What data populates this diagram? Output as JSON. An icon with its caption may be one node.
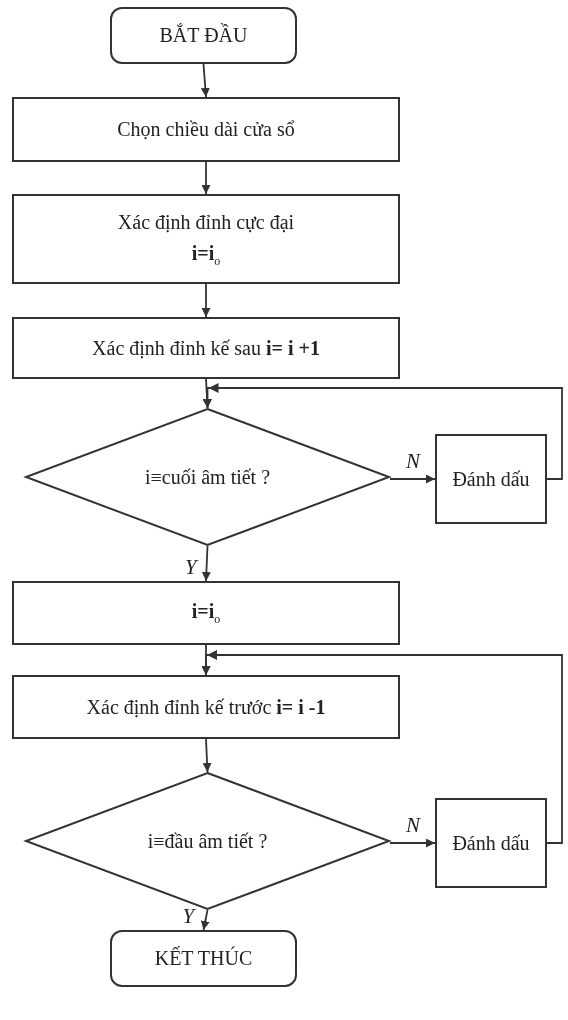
{
  "diagram": {
    "nodes": [
      {
        "text": [
          "BẮT ĐẦU"
        ]
      },
      {
        "text": [
          "Chọn chiều dài  cửa sổ"
        ]
      },
      {
        "text": [
          "Xác định đỉnh cực đại",
          "**i=i**$_{o}$"
        ]
      },
      {
        "text": [
          "Xác định đỉnh kế sau **i= i +1**"
        ]
      },
      {
        "text": [
          "i≡cuối âm tiết ?"
        ]
      },
      {
        "text": [
          "Đánh dấu"
        ]
      },
      {
        "text": [
          "**i=i**$_{o}$"
        ]
      },
      {
        "text": [
          "Xác định đỉnh kế trước **i= i -1**"
        ]
      },
      {
        "text": [
          "i≡đầu âm tiết ?"
        ]
      },
      {
        "text": [
          "Đánh dấu"
        ]
      },
      {
        "text": [
          "KẾT THÚC"
        ]
      }
    ],
    "edges": [
      {
        "from": 0,
        "to": 1,
        "arrow": "to"
      },
      {
        "from": 1,
        "to": 2,
        "arrow": "to"
      },
      {
        "from": 2,
        "to": 3,
        "arrow": "to"
      },
      {
        "from": 3,
        "to": 4,
        "arrow": "to"
      },
      {
        "from": 4,
        "to": 5,
        "arrow": "to",
        "label": "N"
      },
      {
        "from": 5,
        "to": 4,
        "arrow": "to"
      },
      {
        "from": 4,
        "to": 6,
        "arrow": "to",
        "label": "Y"
      },
      {
        "from": 6,
        "to": 7,
        "arrow": "to"
      },
      {
        "from": 9,
        "to": 7,
        "arrow": "to"
      },
      {
        "from": 7,
        "to": 8,
        "arrow": "to"
      },
      {
        "from": 8,
        "to": 9,
        "arrow": "to",
        "label": "N"
      },
      {
        "from": 8,
        "to": 10,
        "arrow": "to",
        "label": "Y"
      }
    ]
  }
}
